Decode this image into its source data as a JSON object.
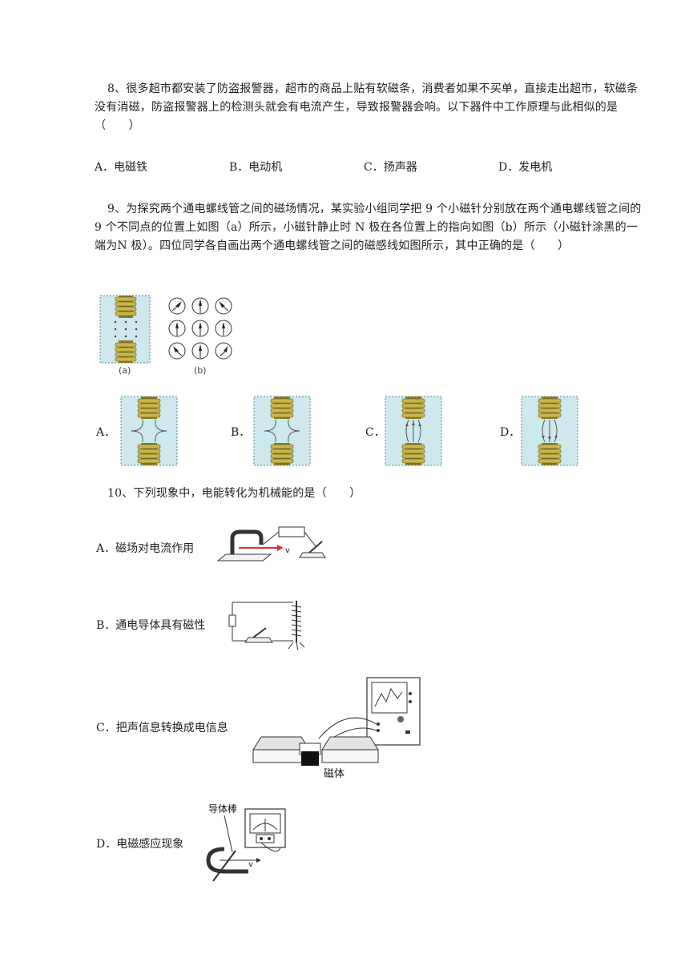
{
  "q8": {
    "text": "8、很多超市都安装了防盗报警器，超市的商品上贴有软磁条，消费者如果不买单，直接走出超市，软磁条没有消磁，防盗报警器上的检测头就会有电流产生，导致报警器会响。以下器件中工作原理与此相似的是（　　）",
    "options": [
      "A．电磁铁",
      "B．电动机",
      "C．扬声器",
      "D．发电机"
    ]
  },
  "q9": {
    "text": "9、为探究两个通电螺线管之间的磁场情况，某实验小组同学把 9 个小磁针分别放在两个通电螺线管之间的 9 个不同点的位置上如图（a）所示，小磁针静止时 N 极在各位置上的指向如图（b）所示（小磁针涂黑的一端为N 极）。四位同学各自画出两个通电螺线管之间的磁感线如图所示，其中正确的是（　　）",
    "fig_a_label": "(a)",
    "fig_b_label": "(b)",
    "options": [
      "A．",
      "B．",
      "C．",
      "D．"
    ]
  },
  "q10": {
    "text": "10、下列现象中，电能转化为机械能的是（　　）",
    "options": [
      {
        "label": "A．磁场对电流作用",
        "fig_text": "v"
      },
      {
        "label": "B．通电导体具有磁性"
      },
      {
        "label": "C．把声信息转换成电信息",
        "fig_text": "磁体"
      },
      {
        "label": "D．电磁感应现象",
        "fig_text": "导体棒",
        "fig_text2": "v"
      }
    ]
  },
  "colors": {
    "coil": "#b8a23c",
    "panel": "#cde9ee",
    "text": "#222222"
  }
}
